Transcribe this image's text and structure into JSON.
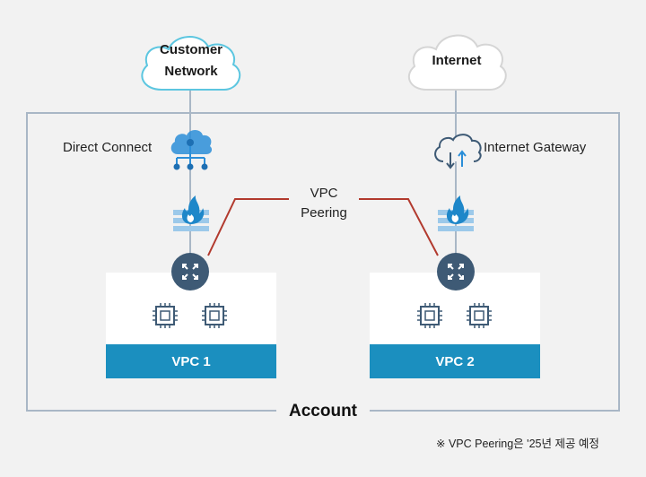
{
  "clouds": {
    "left": [
      "Customer",
      "Network"
    ],
    "right": "Internet"
  },
  "labels": {
    "direct_connect": "Direct Connect",
    "internet_gateway": "Internet Gateway",
    "peering_line1": "VPC",
    "peering_line2": "Peering",
    "account": "Account"
  },
  "vpcs": [
    {
      "name": "VPC 1"
    },
    {
      "name": "VPC 2"
    }
  ],
  "footnote": "※ VPC Peering은 '25년 제공 예정",
  "colors": {
    "background": "#f2f2f2",
    "account_border": "#a9b7c6",
    "cloud_stroke": "#5cc6e0",
    "vpc_bar": "#1b8fbf",
    "router": "#3e5a75",
    "peering_line": "#b23a2e",
    "firewall_flame": "#1e87c9",
    "firewall_bricks": "#9cc9ea",
    "icon_blue": "#2b8ed8"
  },
  "icons": [
    "cloud-shape",
    "direct-connect-icon",
    "internet-gateway-icon",
    "firewall-icon",
    "router-icon",
    "chip-icon"
  ]
}
